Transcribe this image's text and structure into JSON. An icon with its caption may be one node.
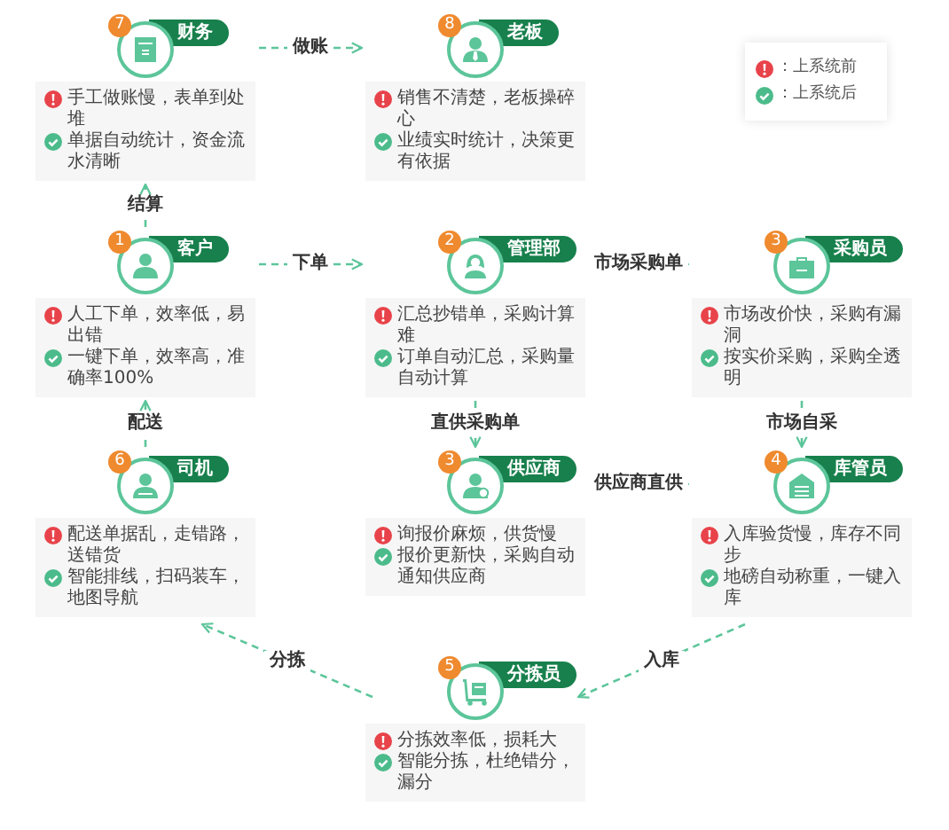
{
  "diagram": {
    "nodes": [
      {
        "text": [
          "7",
          "财务",
          "手工做账慢，表单到处堆",
          "单据自动统计，资金流水清晰"
        ]
      },
      {
        "text": [
          "8",
          "老板",
          "销售不清楚，老板操碎心",
          "业绩实时统计，决策更有依据"
        ]
      },
      {
        "text": [
          "1",
          "客户",
          "人工下单，效率低，易出错",
          "一键下单，效率高，准确率100%"
        ]
      },
      {
        "text": [
          "2",
          "管理部",
          "汇总抄错单，采购计算难",
          "订单自动汇总，采购量自动计算"
        ]
      },
      {
        "text": [
          "3",
          "采购员",
          "市场改价快，采购有漏洞",
          "按实价采购，采购全透明"
        ]
      },
      {
        "text": [
          "6",
          "司机",
          "配送单据乱，走错路，送错货",
          "智能排线，扫码装车，地图导航"
        ]
      },
      {
        "text": [
          "3",
          "供应商",
          "询报价麻烦，供货慢",
          "报价更新快，采购自动通知供应商"
        ]
      },
      {
        "text": [
          "4",
          "库管员",
          "入库验货慢，库存不同步",
          "地磅自动称重，一键入库"
        ]
      },
      {
        "text": [
          "5",
          "分拣员",
          "分拣效率低，损耗大",
          "智能分拣，杜绝错分，漏分"
        ]
      }
    ],
    "edges": [
      {
        "from": 0,
        "to": 1,
        "arrow": "to",
        "label": "做账"
      },
      {
        "from": 2,
        "to": 0,
        "arrow": "to",
        "label": "结算"
      },
      {
        "from": 2,
        "to": 3,
        "arrow": "to",
        "label": "下单"
      },
      {
        "from": 3,
        "to": 4,
        "arrow": "to",
        "label": "市场采购单"
      },
      {
        "from": 3,
        "to": 6,
        "arrow": "to",
        "label": "直供采购单"
      },
      {
        "from": 4,
        "to": 7,
        "arrow": "to",
        "label": "市场自采"
      },
      {
        "from": 6,
        "to": 7,
        "arrow": "to",
        "label": "供应商直供"
      },
      {
        "from": 5,
        "to": 2,
        "arrow": "to",
        "label": "配送"
      },
      {
        "from": 7,
        "to": 8,
        "arrow": "to",
        "label": "入库"
      },
      {
        "from": 8,
        "to": 5,
        "arrow": "to",
        "label": "分拣"
      }
    ],
    "legend": [
      {
        "text": "：上系统前",
        "color": "#e8434a"
      },
      {
        "text": "：上系统后",
        "color": "#4cbb8b"
      }
    ]
  }
}
